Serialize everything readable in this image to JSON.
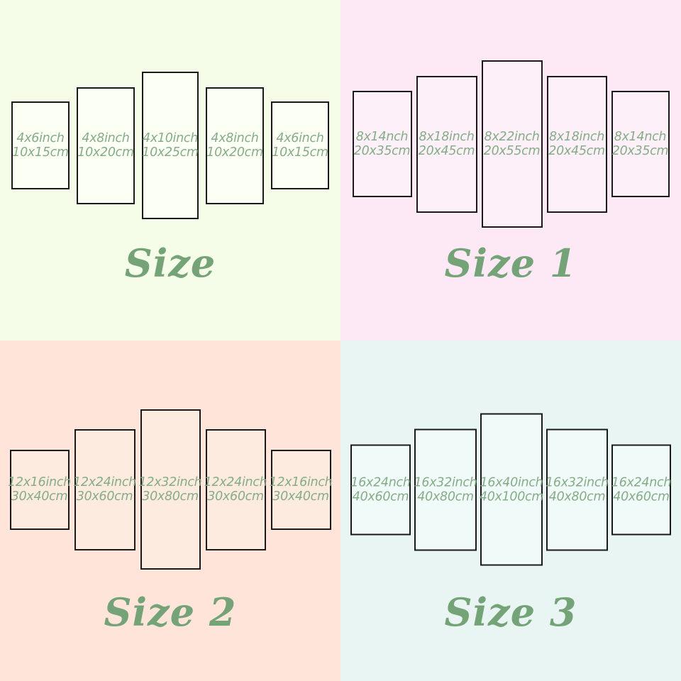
{
  "colors": {
    "panel_text": "#85ac87",
    "title_text": "#73a376",
    "panel_border": "#1a1a1a"
  },
  "quadrants": [
    {
      "title": "Size",
      "background": "#f5fce7",
      "panel_fill": "#fcfff4",
      "panels": [
        {
          "inch": "4x6inch",
          "cm": "10x15cm"
        },
        {
          "inch": "4x8inch",
          "cm": "10x20cm"
        },
        {
          "inch": "4x10inch",
          "cm": "10x25cm"
        },
        {
          "inch": "4x8inch",
          "cm": "10x20cm"
        },
        {
          "inch": "4x6inch",
          "cm": "10x15cm"
        }
      ]
    },
    {
      "title": "Size 1",
      "background": "#fce9f5",
      "panel_fill": "#fdf0f8",
      "panels": [
        {
          "inch": "8x14nch",
          "cm": "20x35cm"
        },
        {
          "inch": "8x18inch",
          "cm": "20x45cm"
        },
        {
          "inch": "8x22inch",
          "cm": "20x55cm"
        },
        {
          "inch": "8x18inch",
          "cm": "20x45cm"
        },
        {
          "inch": "8x14nch",
          "cm": "20x35cm"
        }
      ]
    },
    {
      "title": "Size 2",
      "background": "#ffe4d9",
      "panel_fill": "#fdebdf",
      "panels": [
        {
          "inch": "12x16inch",
          "cm": "30x40cm"
        },
        {
          "inch": "12x24inch",
          "cm": "30x60cm"
        },
        {
          "inch": "12x32inch",
          "cm": "30x80cm"
        },
        {
          "inch": "12x24inch",
          "cm": "30x60cm"
        },
        {
          "inch": "12x16inch",
          "cm": "30x40cm"
        }
      ]
    },
    {
      "title": "Size 3",
      "background": "#e8f5f3",
      "panel_fill": "#f0faf8",
      "panels": [
        {
          "inch": "16x24nch",
          "cm": "40x60cm"
        },
        {
          "inch": "16x32inch",
          "cm": "40x80cm"
        },
        {
          "inch": "16x40inch",
          "cm": "40x100cm"
        },
        {
          "inch": "16x32inch",
          "cm": "40x80cm"
        },
        {
          "inch": "16x24nch",
          "cm": "40x60cm"
        }
      ]
    }
  ]
}
